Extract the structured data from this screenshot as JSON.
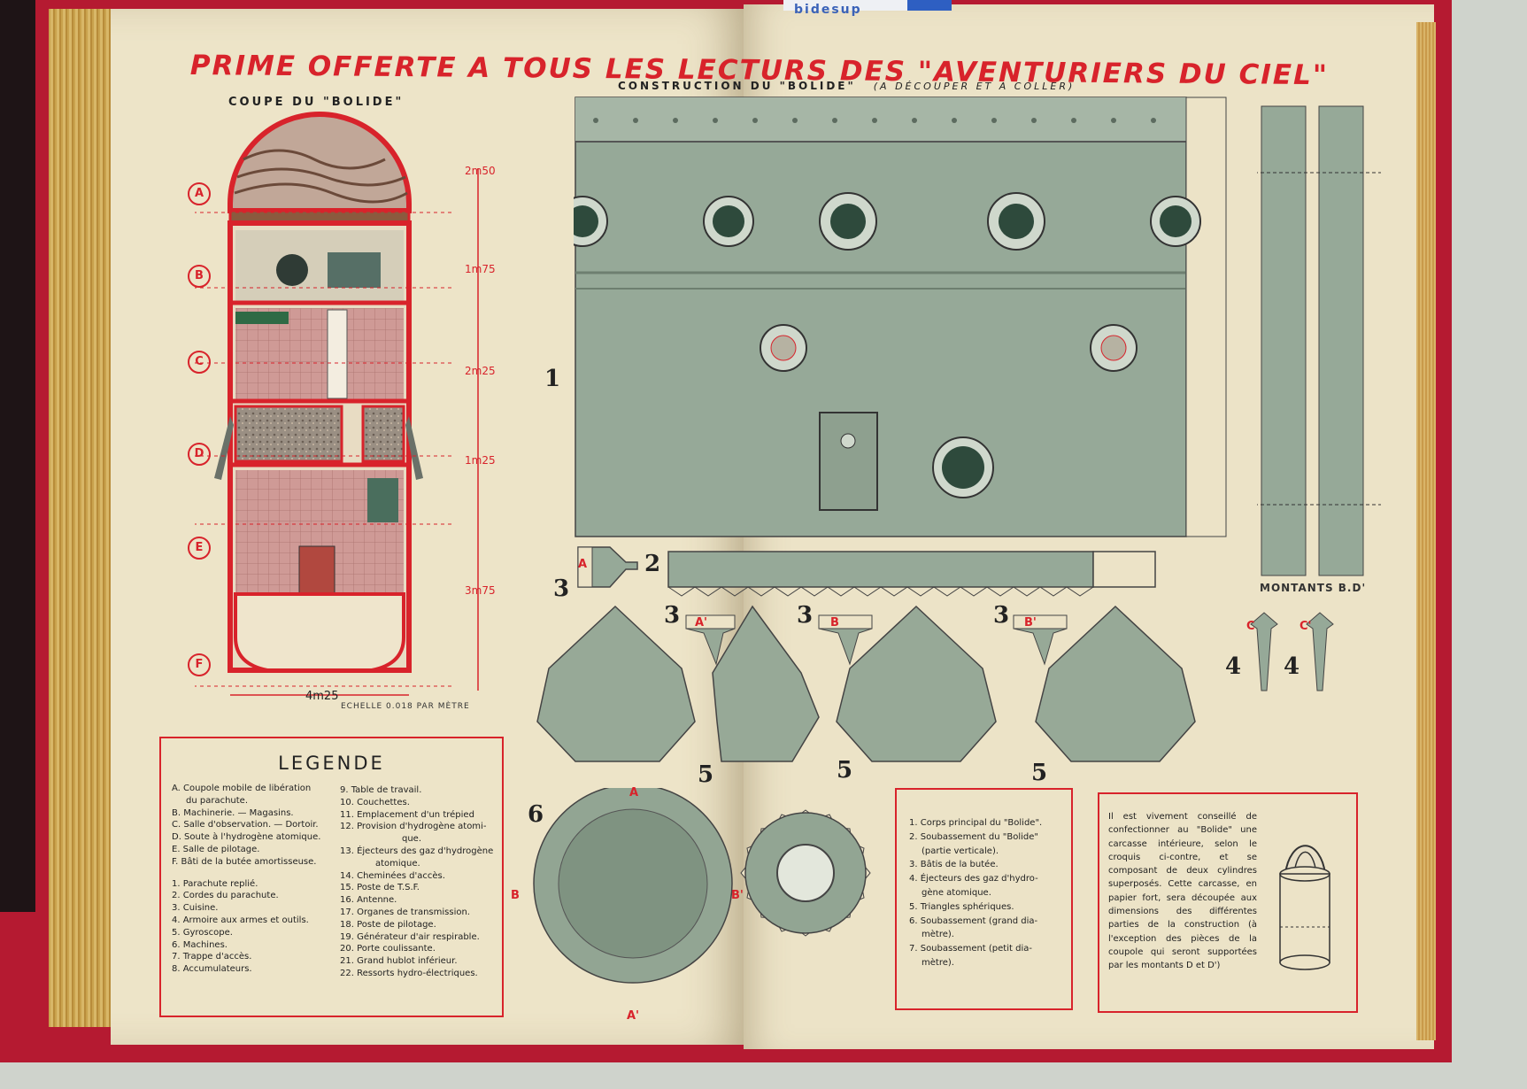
{
  "header": {
    "prime_title": "PRIME OFFERTE A TOUS LES LECTURS DES \"AVENTURIERS DU CIEL\"",
    "coupe_title": "COUPE DU \"BOLIDE\"",
    "construction_title": "CONSTRUCTION DU \"BOLIDE\"",
    "construction_subtitle": "(A DÉCOUPER ET A COLLER)"
  },
  "sticker": "bidesup",
  "section_letters": [
    "A",
    "B",
    "C",
    "D",
    "E",
    "F"
  ],
  "dimensions": {
    "d1": "2m50",
    "d2": "1m75",
    "d3": "2m25",
    "d4": "1m25",
    "d5": "3m75",
    "width": "4m25",
    "scale": "ECHELLE 0.018 PAR MÈTRE"
  },
  "part_numbers": {
    "p1": "1",
    "p2": "2",
    "p3": "3",
    "p4": "4",
    "p5": "5",
    "p6": "6"
  },
  "tab_labels": {
    "a": "A",
    "a_prime": "A'",
    "b": "B",
    "b_prime": "B'",
    "c": "C",
    "c_prime": "C'"
  },
  "montants_label": "MONTANTS B.D'",
  "legend": {
    "title": "LEGENDE",
    "letters": [
      "A. Coupole mobile de libération",
      "du parachute.",
      "B. Machinerie. — Magasins.",
      "C. Salle d'observation. — Dortoir.",
      "D. Soute à l'hydrogène atomique.",
      "E. Salle de pilotage.",
      "F. Bâti de la butée amortisseuse."
    ],
    "numbers_a": [
      "1. Parachute replié.",
      "2. Cordes du parachute.",
      "3. Cuisine.",
      "4. Armoire aux armes et outils.",
      "5. Gyroscope.",
      "6. Machines.",
      "7. Trappe d'accès.",
      "8. Accumulateurs."
    ],
    "numbers_b": [
      "9. Table de travail.",
      "10. Couchettes.",
      "11. Emplacement d'un trépied",
      "12. Provision d'hydrogène atomi-",
      "que.",
      "13. Éjecteurs des gaz d'hydrogène",
      "atomique.",
      "14. Cheminées d'accès.",
      "15. Poste de T.S.F.",
      "16. Antenne.",
      "17. Organes de transmission.",
      "18. Poste de pilotage.",
      "19. Générateur d'air respirable.",
      "20. Porte coulissante.",
      "21. Grand hublot inférieur.",
      "22. Ressorts hydro-électriques."
    ]
  },
  "parts_list": [
    "1. Corps principal du \"Bolide\".",
    "2. Soubassement du \"Bolide\"",
    "(partie verticale).",
    "3. Bâtis de la butée.",
    "4. Éjecteurs des gaz d'hydro-",
    "gène atomique.",
    "5. Triangles sphériques.",
    "6. Soubassement (grand dia-",
    "mètre).",
    "7. Soubassement (petit dia-",
    "mètre)."
  ],
  "advice": "Il est vivement conseillé de confectionner au \"Bolide\" une carcasse intérieure, selon le croquis ci-contre, et se composant de deux cylindres superposés. Cette carcasse, en papier fort, sera découpée aux dimensions des différentes parties de la construction (à l'exception des pièces de la coupole qui seront supportées par les montants D et D')",
  "colors": {
    "red": "#d8232b",
    "paper": "#ede4c8",
    "cutout_green": "#95a898",
    "cover": "#b51a31"
  }
}
